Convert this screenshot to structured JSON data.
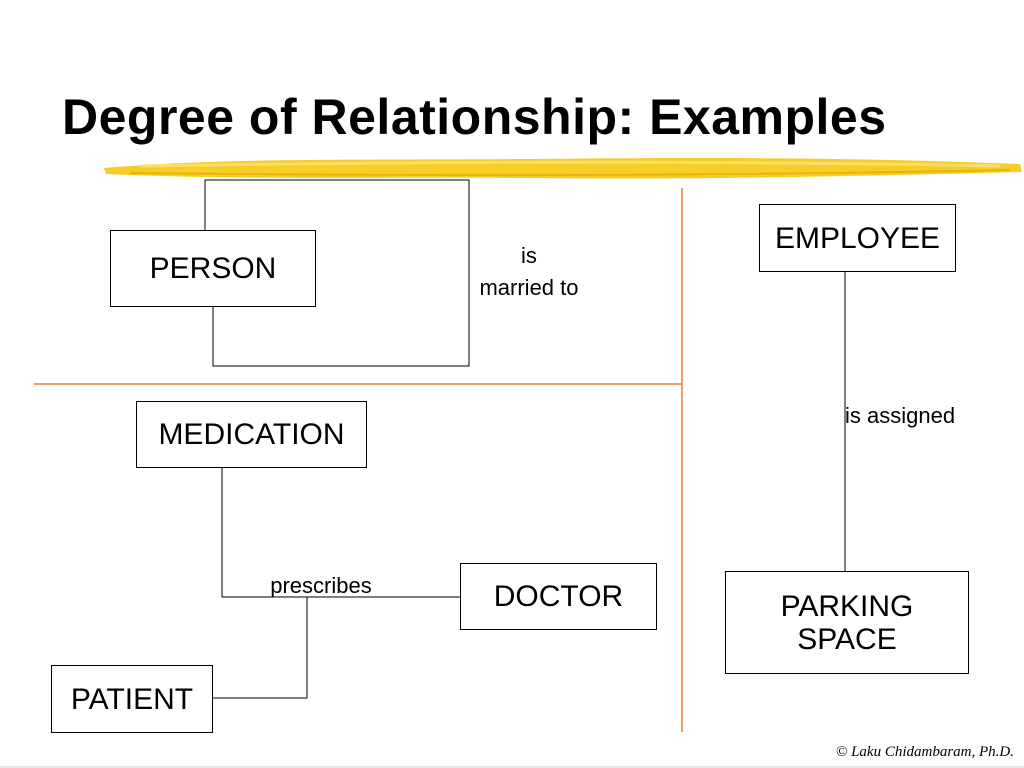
{
  "slide": {
    "title": "Degree of Relationship: Examples",
    "copyright": "© Laku Chidambaram, Ph.D.",
    "colors": {
      "highlight": "#f5c400",
      "divider": "#e8843a",
      "line": "#000000",
      "text": "#000000"
    }
  },
  "entities": {
    "person": "PERSON",
    "employee": "EMPLOYEE",
    "medication": "MEDICATION",
    "doctor": "DOCTOR",
    "patient": "PATIENT",
    "parking_space": "PARKING\nSPACE"
  },
  "relationships": {
    "married": "is\nmarried to",
    "assigned": "is assigned",
    "prescribes": "prescribes"
  }
}
